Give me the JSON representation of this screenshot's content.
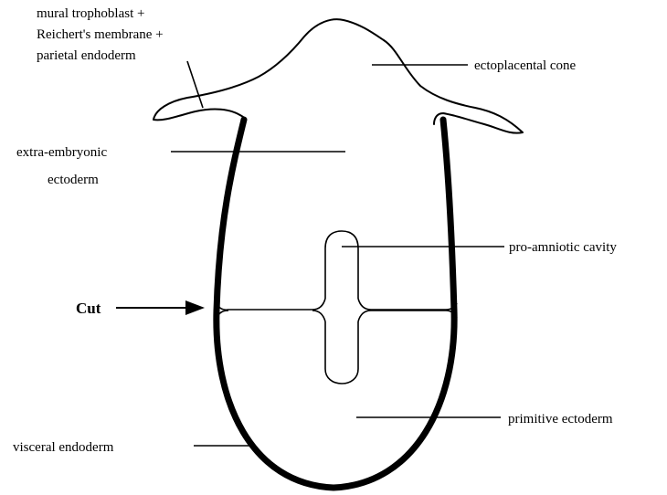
{
  "labels": {
    "mural_line1": "mural trophoblast +",
    "mural_line2": "Reichert's membrane +",
    "mural_line3": "parietal endoderm",
    "ectoplacental_cone": "ectoplacental cone",
    "extraembryonic_line1": "extra-embryonic",
    "extraembryonic_line2": "ectoderm",
    "proamniotic_cavity": "pro-amniotic cavity",
    "cut": "Cut",
    "primitive_ectoderm": "primitive ectoderm",
    "visceral_endoderm": "visceral endoderm"
  }
}
